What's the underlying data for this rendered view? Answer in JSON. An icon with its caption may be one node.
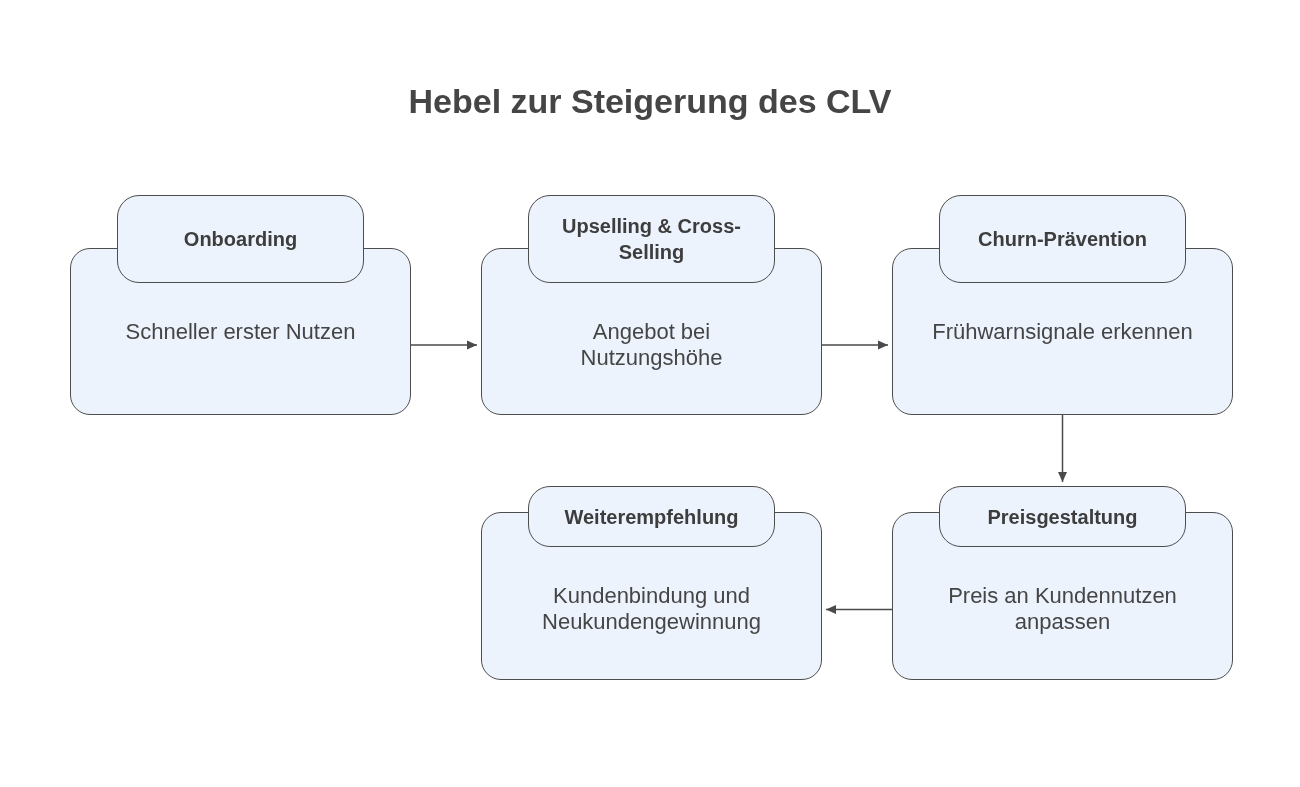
{
  "diagram": {
    "title": "Hebel zur Steigerung des CLV",
    "nodes": [
      {
        "text": [
          "Onboarding",
          "Schneller erster Nutzen"
        ]
      },
      {
        "text": [
          "Upselling & Cross-Selling",
          "Angebot bei Nutzungshöhe"
        ]
      },
      {
        "text": [
          "Churn-Prävention",
          "Frühwarnsignale erkennen"
        ]
      },
      {
        "text": [
          "Weiterempfehlung",
          "Kundenbindung und Neukundengewinnung"
        ]
      },
      {
        "text": [
          "Preisgestaltung",
          "Preis an Kundennutzen anpassen"
        ]
      }
    ],
    "edges": [
      {
        "from": 0,
        "to": 1,
        "arrow": "to"
      },
      {
        "from": 1,
        "to": 2,
        "arrow": "to"
      },
      {
        "from": 2,
        "to": 4,
        "arrow": "to"
      },
      {
        "from": 4,
        "to": 3,
        "arrow": "to"
      }
    ]
  }
}
